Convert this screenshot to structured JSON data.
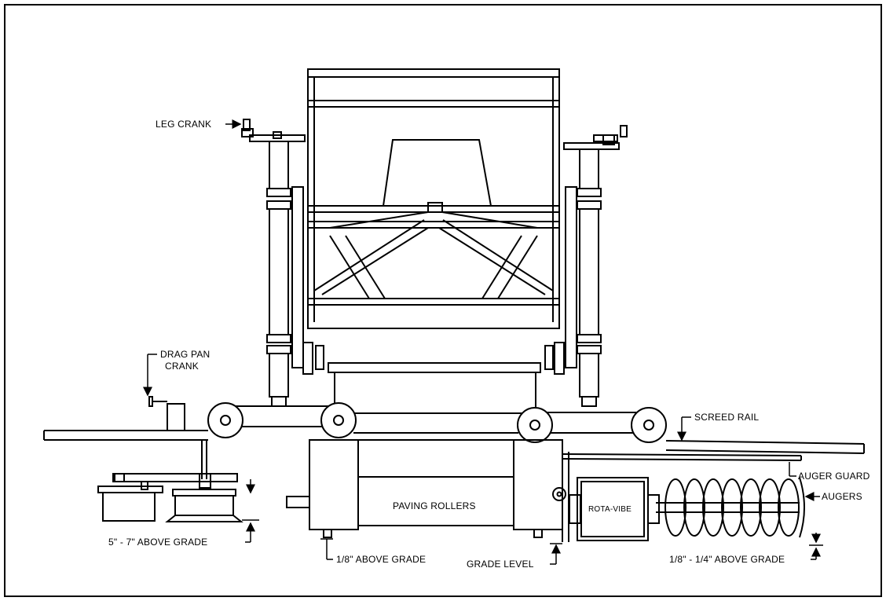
{
  "labels": {
    "leg_crank": "LEG CRANK",
    "drag_pan_crank_line1": "DRAG PAN",
    "drag_pan_crank_line2": "CRANK",
    "screed_rail": "SCREED RAIL",
    "auger_guard": "AUGER GUARD",
    "augers": "AUGERS",
    "paving_rollers": "PAVING ROLLERS",
    "rota_vibe": "ROTA-VIBE",
    "above_grade_5_7": "5\" - 7\" ABOVE GRADE",
    "above_grade_1_8": "1/8\" ABOVE GRADE",
    "grade_level": "GRADE LEVEL",
    "above_grade_1_8_1_4": "1/8\" - 1/4\" ABOVE GRADE"
  }
}
